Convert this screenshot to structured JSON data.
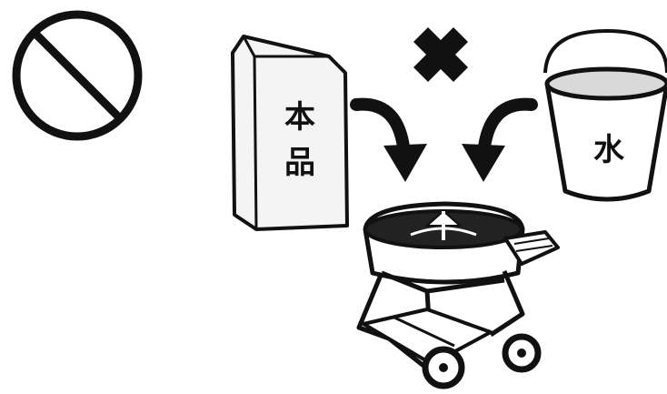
{
  "bag": {
    "label_line1": "本",
    "label_line2": "品"
  },
  "bucket": {
    "label": "水"
  },
  "icons": {
    "prohibited": "prohibition-icon",
    "cross": "cross-mark-icon",
    "arrows": "curved-arrow-icon",
    "mixer": "concrete-mixer-icon"
  },
  "colors": {
    "ink": "#111111",
    "paper": "#ffffff",
    "bag_fill": "#f4f4f4",
    "water": "#d9d9d9"
  }
}
